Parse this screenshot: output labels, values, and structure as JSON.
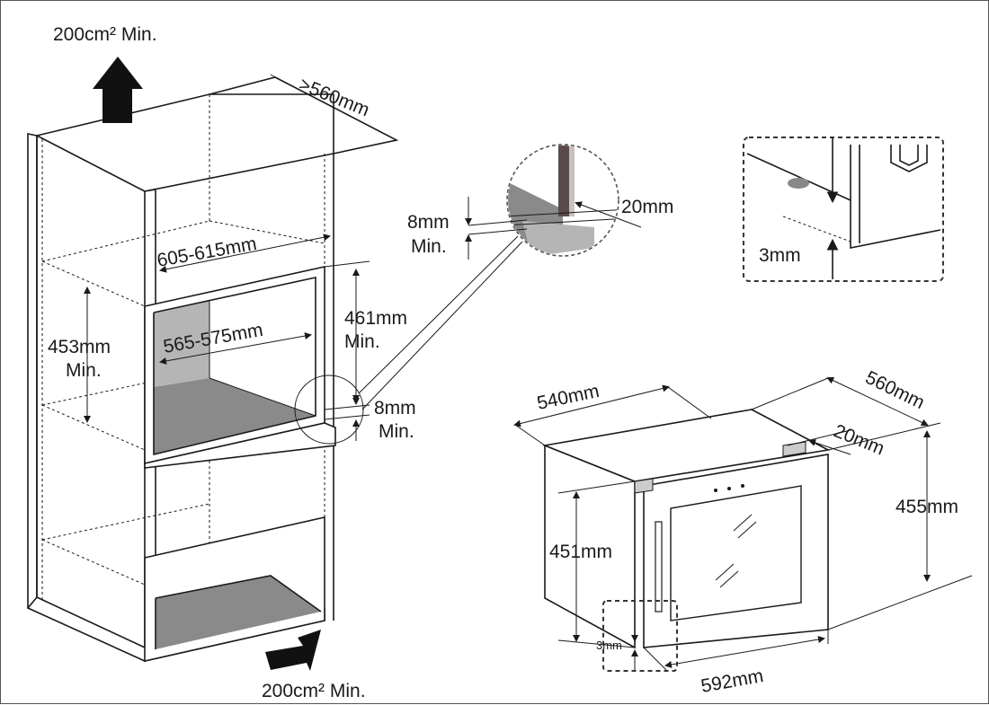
{
  "labels": {
    "vent_top": "200cm² Min.",
    "vent_bottom": "200cm² Min.",
    "cabinet_depth": ">560mm",
    "cabinet_width": "605-615mm",
    "niche_width": "565-575mm",
    "niche_height_a": "453mm",
    "niche_height_a_min": "Min.",
    "niche_height_b": "461mm",
    "niche_height_b_min": "Min.",
    "gap_8mm": "8mm",
    "gap_8mm_min": "Min.",
    "detail_8mm": "8mm",
    "detail_8mm_min": "Min.",
    "detail_20mm": "20mm",
    "detail_3mm": "3mm",
    "app_depth_top": "540mm",
    "app_depth_side": "560mm",
    "app_door_offset": "20mm",
    "app_total_height": "455mm",
    "app_body_height": "451mm",
    "app_width": "592mm",
    "app_foot_gap": "3mm"
  }
}
